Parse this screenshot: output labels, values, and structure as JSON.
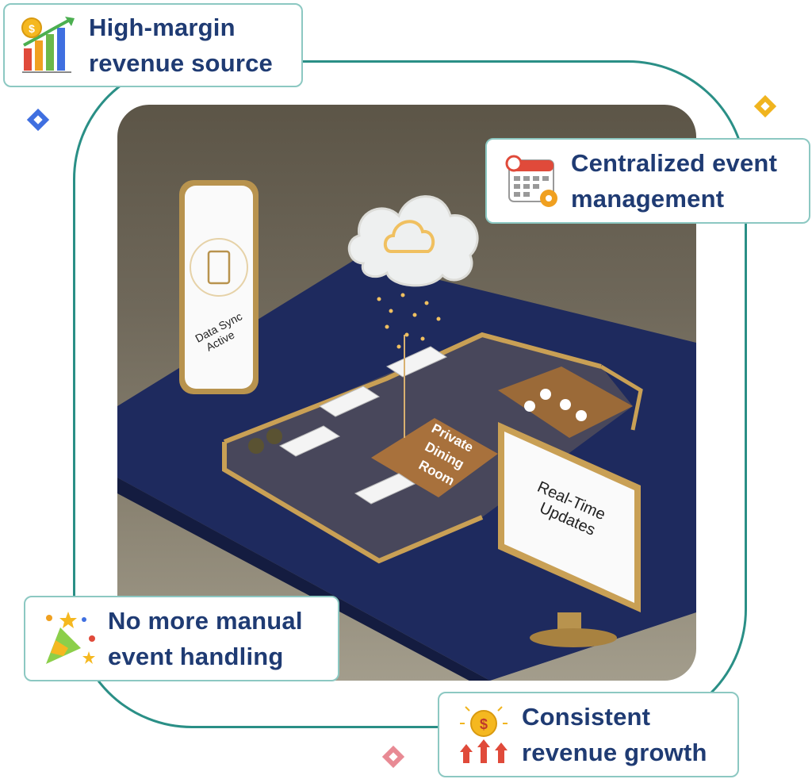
{
  "cards": {
    "high_margin": {
      "line1": "High-margin",
      "line2": "revenue source",
      "icon": "revenue-chart-icon"
    },
    "centralized": {
      "line1": "Centralized event",
      "line2": "management",
      "icon": "calendar-gear-icon"
    },
    "manual": {
      "line1": "No more manual",
      "line2": "event handling",
      "icon": "party-popper-icon"
    },
    "growth": {
      "line1": "Consistent",
      "line2": "revenue growth",
      "icon": "coin-growth-icon"
    }
  },
  "scene": {
    "phone_label_line1": "Data Sync",
    "phone_label_line2": "Active",
    "room_label_line1": "Private",
    "room_label_line2": "Dining",
    "room_label_line3": "Room",
    "monitor_label_line1": "Real-Time",
    "monitor_label_line2": "Updates"
  },
  "colors": {
    "accent_teal": "#2a8f86",
    "card_border": "#8cc8c2",
    "text_navy": "#1f3b73",
    "floor_navy": "#1e2a5e",
    "gold": "#c9a055"
  },
  "decorations": [
    "blue-diamond-icon",
    "yellow-diamond-icon",
    "pink-diamond-icon"
  ]
}
